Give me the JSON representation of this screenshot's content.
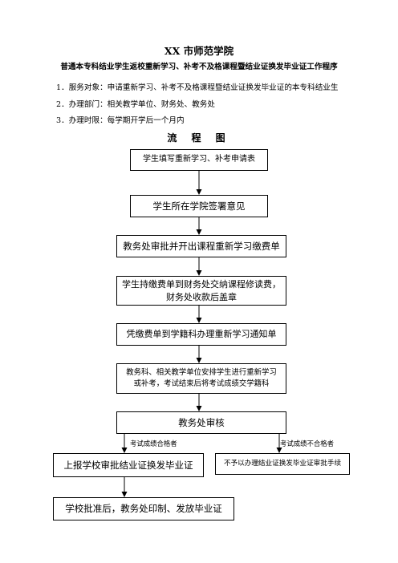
{
  "header": {
    "title": "XX 市师范学院",
    "subtitle": "普通本专科结业学生返校重新学习、补考不及格课程暨结业证换发毕业证工作程序"
  },
  "items": [
    "1．服务对象：申请重新学习、补考不及格课程暨结业证换发毕业证的本专科结业生",
    "2．办理部门：相关教学单位、财务处、教务处",
    "3．办理时限：每学期开学后一个月内"
  ],
  "flow": {
    "title": "流 程 图",
    "steps": {
      "s0": "学生填写重新学习、补考申请表",
      "s1": "学生所在学院签署意见",
      "s2": "教务处审批并开出课程重新学习缴费单",
      "s3_l1": "学生持缴费单到财务处交纳课程修读费，",
      "s3_l2": "财务处收款后盖章",
      "s4": "凭缴费单到学籍科办理重新学习通知单",
      "s5_l1": "教务科、相关教学单位安排学生进行重新学习",
      "s5_l2": "或补考，考试结束后将考试成绩交学籍科",
      "s6": "教务处审核",
      "s7": "上报学校审批结业证换发毕业证",
      "s8": "不予以办理结业证换发毕业证审批手续",
      "s9": "学校批准后，教务处印制、发放毕业证"
    },
    "labels": {
      "pass": "考试成绩合格者",
      "fail": "考试成绩不合格者"
    }
  }
}
